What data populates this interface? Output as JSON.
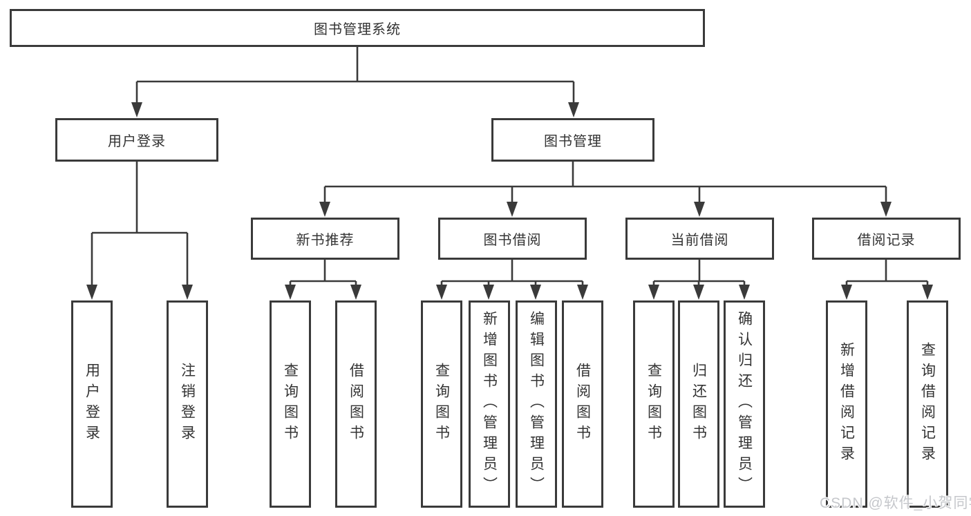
{
  "diagram": {
    "type": "hierarchy",
    "root": "图书管理系统",
    "level2": {
      "user_login": "用户登录",
      "book_mgmt": "图书管理"
    },
    "level3": {
      "new_book_rec": "新书推荐",
      "book_borrow": "图书借阅",
      "current_borrow": "当前借阅",
      "borrow_record": "借阅记录"
    },
    "leaves": [
      {
        "parent": "用户登录",
        "label": "用户登录"
      },
      {
        "parent": "用户登录",
        "label": "注销登录"
      },
      {
        "parent": "新书推荐",
        "label": "查询图书"
      },
      {
        "parent": "新书推荐",
        "label": "借阅图书"
      },
      {
        "parent": "图书借阅",
        "label": "查询图书"
      },
      {
        "parent": "图书借阅",
        "label": "新增图书（管理员）"
      },
      {
        "parent": "图书借阅",
        "label": "编辑图书（管理员）"
      },
      {
        "parent": "图书借阅",
        "label": "借阅图书"
      },
      {
        "parent": "当前借阅",
        "label": "查询图书"
      },
      {
        "parent": "当前借阅",
        "label": "归还图书"
      },
      {
        "parent": "当前借阅",
        "label": "确认归还（管理员）"
      },
      {
        "parent": "借阅记录",
        "label": "新增借阅记录"
      },
      {
        "parent": "借阅记录",
        "label": "查询借阅记录"
      }
    ],
    "colors": {
      "line": "#3a3a3a",
      "text": "#333333",
      "background": "#ffffff",
      "watermark": "#c5c7cb"
    }
  },
  "watermark": "CSDN @软件_小贺同学"
}
